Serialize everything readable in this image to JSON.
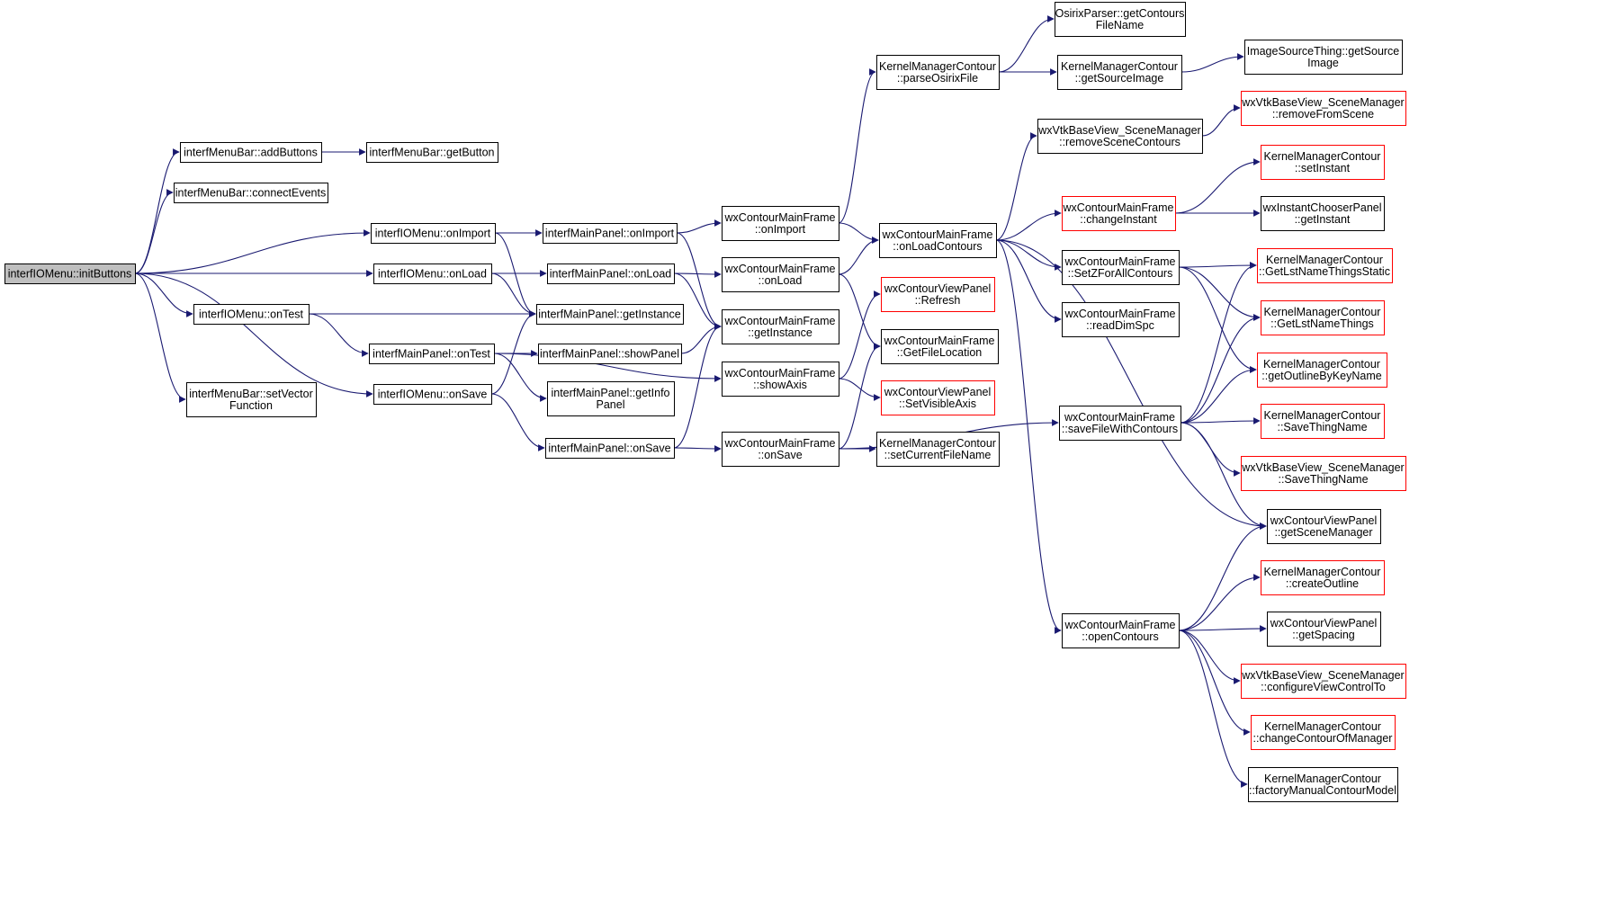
{
  "nodes": [
    {
      "id": "n0",
      "lines": [
        "interfIOMenu::initButtons"
      ],
      "kind": "root"
    },
    {
      "id": "n1",
      "lines": [
        "interfMenuBar::addButtons"
      ],
      "kind": "normal"
    },
    {
      "id": "n2",
      "lines": [
        "interfMenuBar::connectEvents"
      ],
      "kind": "normal"
    },
    {
      "id": "n3",
      "lines": [
        "interfIOMenu::onImport"
      ],
      "kind": "normal"
    },
    {
      "id": "n4",
      "lines": [
        "interfIOMenu::onLoad"
      ],
      "kind": "normal"
    },
    {
      "id": "n5",
      "lines": [
        "interfIOMenu::onTest"
      ],
      "kind": "normal"
    },
    {
      "id": "n6",
      "lines": [
        "interfIOMenu::onSave"
      ],
      "kind": "normal"
    },
    {
      "id": "n7",
      "lines": [
        "interfMenuBar::setVector",
        "Function"
      ],
      "kind": "normal"
    },
    {
      "id": "n8",
      "lines": [
        "interfMenuBar::getButton"
      ],
      "kind": "normal"
    },
    {
      "id": "n9",
      "lines": [
        "interfMainPanel::onImport"
      ],
      "kind": "normal"
    },
    {
      "id": "n10",
      "lines": [
        "interfMainPanel::onLoad"
      ],
      "kind": "normal"
    },
    {
      "id": "n11",
      "lines": [
        "interfMainPanel::getInstance"
      ],
      "kind": "normal"
    },
    {
      "id": "n12",
      "lines": [
        "interfMainPanel::onTest"
      ],
      "kind": "normal"
    },
    {
      "id": "n13",
      "lines": [
        "interfMainPanel::showPanel"
      ],
      "kind": "normal"
    },
    {
      "id": "n14",
      "lines": [
        "interfMainPanel::getInfo",
        "Panel"
      ],
      "kind": "normal"
    },
    {
      "id": "n15",
      "lines": [
        "interfMainPanel::onSave"
      ],
      "kind": "normal"
    },
    {
      "id": "n16",
      "lines": [
        "wxContourMainFrame",
        "::onImport"
      ],
      "kind": "normal"
    },
    {
      "id": "n17",
      "lines": [
        "wxContourMainFrame",
        "::onLoad"
      ],
      "kind": "normal"
    },
    {
      "id": "n18",
      "lines": [
        "wxContourMainFrame",
        "::getInstance"
      ],
      "kind": "normal"
    },
    {
      "id": "n19",
      "lines": [
        "wxContourMainFrame",
        "::showAxis"
      ],
      "kind": "normal"
    },
    {
      "id": "n20",
      "lines": [
        "wxContourMainFrame",
        "::onSave"
      ],
      "kind": "normal"
    },
    {
      "id": "n21",
      "lines": [
        "KernelManagerContour",
        "::parseOsirixFile"
      ],
      "kind": "normal"
    },
    {
      "id": "n22",
      "lines": [
        "wxContourMainFrame",
        "::onLoadContours"
      ],
      "kind": "normal"
    },
    {
      "id": "n23",
      "lines": [
        "wxContourViewPanel",
        "::Refresh"
      ],
      "kind": "ext"
    },
    {
      "id": "n24",
      "lines": [
        "wxContourMainFrame",
        "::GetFileLocation"
      ],
      "kind": "normal"
    },
    {
      "id": "n25",
      "lines": [
        "wxContourViewPanel",
        "::SetVisibleAxis"
      ],
      "kind": "ext"
    },
    {
      "id": "n26",
      "lines": [
        "KernelManagerContour",
        "::setCurrentFileName"
      ],
      "kind": "normal"
    },
    {
      "id": "n27",
      "lines": [
        "OsirixParser::getContours",
        "FileName"
      ],
      "kind": "normal"
    },
    {
      "id": "n28",
      "lines": [
        "KernelManagerContour",
        "::getSourceImage"
      ],
      "kind": "normal"
    },
    {
      "id": "n29",
      "lines": [
        "wxVtkBaseView_SceneManager",
        "::removeSceneContours"
      ],
      "kind": "normal"
    },
    {
      "id": "n30",
      "lines": [
        "wxContourMainFrame",
        "::changeInstant"
      ],
      "kind": "ext"
    },
    {
      "id": "n31",
      "lines": [
        "wxContourMainFrame",
        "::SetZForAllContours"
      ],
      "kind": "normal"
    },
    {
      "id": "n32",
      "lines": [
        "wxContourMainFrame",
        "::readDimSpc"
      ],
      "kind": "normal"
    },
    {
      "id": "n33",
      "lines": [
        "wxContourMainFrame",
        "::saveFileWithContours"
      ],
      "kind": "normal"
    },
    {
      "id": "n34",
      "lines": [
        "wxContourMainFrame",
        "::openContours"
      ],
      "kind": "normal"
    },
    {
      "id": "n35",
      "lines": [
        "ImageSourceThing::getSource",
        "Image"
      ],
      "kind": "normal"
    },
    {
      "id": "n36",
      "lines": [
        "wxVtkBaseView_SceneManager",
        "::removeFromScene"
      ],
      "kind": "ext"
    },
    {
      "id": "n37",
      "lines": [
        "KernelManagerContour",
        "::setInstant"
      ],
      "kind": "ext"
    },
    {
      "id": "n38",
      "lines": [
        "wxInstantChooserPanel",
        "::getInstant"
      ],
      "kind": "normal"
    },
    {
      "id": "n39",
      "lines": [
        "KernelManagerContour",
        "::GetLstNameThingsStatic"
      ],
      "kind": "ext"
    },
    {
      "id": "n40",
      "lines": [
        "KernelManagerContour",
        "::GetLstNameThings"
      ],
      "kind": "ext"
    },
    {
      "id": "n41",
      "lines": [
        "KernelManagerContour",
        "::getOutlineByKeyName"
      ],
      "kind": "ext"
    },
    {
      "id": "n42",
      "lines": [
        "KernelManagerContour",
        "::SaveThingName"
      ],
      "kind": "ext"
    },
    {
      "id": "n43",
      "lines": [
        "wxVtkBaseView_SceneManager",
        "::SaveThingName"
      ],
      "kind": "ext"
    },
    {
      "id": "n44",
      "lines": [
        "wxContourViewPanel",
        "::getSceneManager"
      ],
      "kind": "normal"
    },
    {
      "id": "n45",
      "lines": [
        "KernelManagerContour",
        "::createOutline"
      ],
      "kind": "ext"
    },
    {
      "id": "n46",
      "lines": [
        "wxContourViewPanel",
        "::getSpacing"
      ],
      "kind": "normal"
    },
    {
      "id": "n47",
      "lines": [
        "wxVtkBaseView_SceneManager",
        "::configureViewControlTo"
      ],
      "kind": "ext"
    },
    {
      "id": "n48",
      "lines": [
        "KernelManagerContour",
        "::changeContourOfManager"
      ],
      "kind": "ext"
    },
    {
      "id": "n49",
      "lines": [
        "KernelManagerContour",
        "::factoryManualContourModel"
      ],
      "kind": "normal"
    }
  ],
  "edges": [
    [
      "n0",
      "n1"
    ],
    [
      "n0",
      "n2"
    ],
    [
      "n0",
      "n3"
    ],
    [
      "n0",
      "n4"
    ],
    [
      "n0",
      "n5"
    ],
    [
      "n0",
      "n6"
    ],
    [
      "n0",
      "n7"
    ],
    [
      "n1",
      "n8"
    ],
    [
      "n3",
      "n9"
    ],
    [
      "n3",
      "n11"
    ],
    [
      "n4",
      "n10"
    ],
    [
      "n4",
      "n11"
    ],
    [
      "n5",
      "n11"
    ],
    [
      "n5",
      "n12"
    ],
    [
      "n6",
      "n11"
    ],
    [
      "n6",
      "n15"
    ],
    [
      "n9",
      "n16"
    ],
    [
      "n9",
      "n18"
    ],
    [
      "n10",
      "n17"
    ],
    [
      "n10",
      "n18"
    ],
    [
      "n12",
      "n13"
    ],
    [
      "n12",
      "n14"
    ],
    [
      "n12",
      "n19"
    ],
    [
      "n13",
      "n18"
    ],
    [
      "n15",
      "n18"
    ],
    [
      "n15",
      "n20"
    ],
    [
      "n16",
      "n21"
    ],
    [
      "n16",
      "n22"
    ],
    [
      "n17",
      "n22"
    ],
    [
      "n17",
      "n24"
    ],
    [
      "n19",
      "n23"
    ],
    [
      "n19",
      "n25"
    ],
    [
      "n20",
      "n24"
    ],
    [
      "n20",
      "n26"
    ],
    [
      "n20",
      "n33"
    ],
    [
      "n21",
      "n27"
    ],
    [
      "n21",
      "n28"
    ],
    [
      "n28",
      "n35"
    ],
    [
      "n22",
      "n29"
    ],
    [
      "n22",
      "n30"
    ],
    [
      "n22",
      "n31"
    ],
    [
      "n22",
      "n32"
    ],
    [
      "n22",
      "n44"
    ],
    [
      "n22",
      "n34"
    ],
    [
      "n29",
      "n36"
    ],
    [
      "n30",
      "n37"
    ],
    [
      "n30",
      "n38"
    ],
    [
      "n31",
      "n39"
    ],
    [
      "n31",
      "n40"
    ],
    [
      "n31",
      "n41"
    ],
    [
      "n33",
      "n39"
    ],
    [
      "n33",
      "n40"
    ],
    [
      "n33",
      "n41"
    ],
    [
      "n33",
      "n42"
    ],
    [
      "n33",
      "n43"
    ],
    [
      "n33",
      "n44"
    ],
    [
      "n34",
      "n44"
    ],
    [
      "n34",
      "n45"
    ],
    [
      "n34",
      "n46"
    ],
    [
      "n34",
      "n47"
    ],
    [
      "n34",
      "n48"
    ],
    [
      "n34",
      "n49"
    ]
  ],
  "colors": {
    "edge": "#191970",
    "node_border": "#000000",
    "external_border": "#ff0000",
    "root_fill": "#bfbfbf",
    "background": "#ffffff"
  }
}
